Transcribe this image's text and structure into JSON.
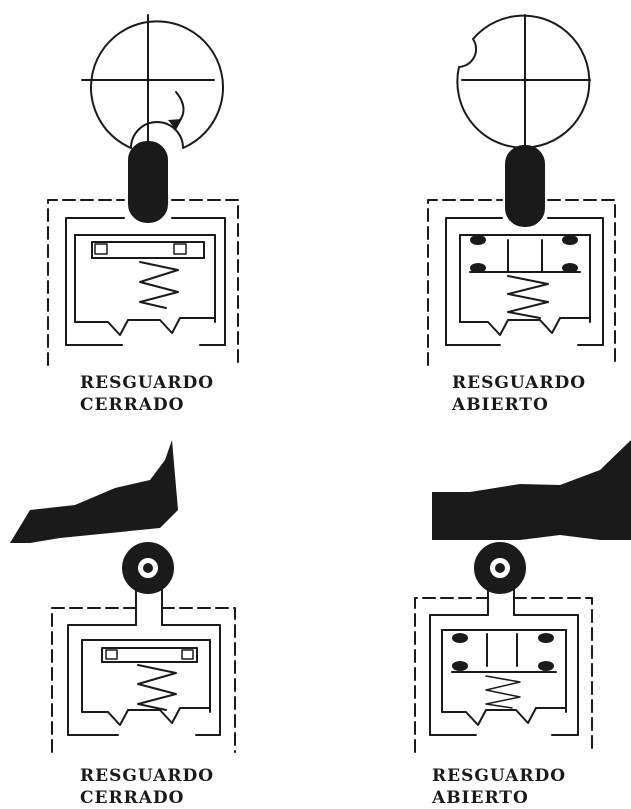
{
  "panels": [
    {
      "id": "rotary-closed",
      "caption_line1": "RESGUARDO",
      "caption_line2": "CERRADO"
    },
    {
      "id": "rotary-open",
      "caption_line1": "RESGUARDO",
      "caption_line2": "ABIERTO"
    },
    {
      "id": "roller-closed",
      "caption_line1": "RESGUARDO",
      "caption_line2": "CERRADO"
    },
    {
      "id": "roller-open",
      "caption_line1": "RESGUARDO",
      "caption_line2": "ABIERTO"
    }
  ],
  "colors": {
    "ink": "#1a1a1a",
    "paper": "#ffffff"
  }
}
